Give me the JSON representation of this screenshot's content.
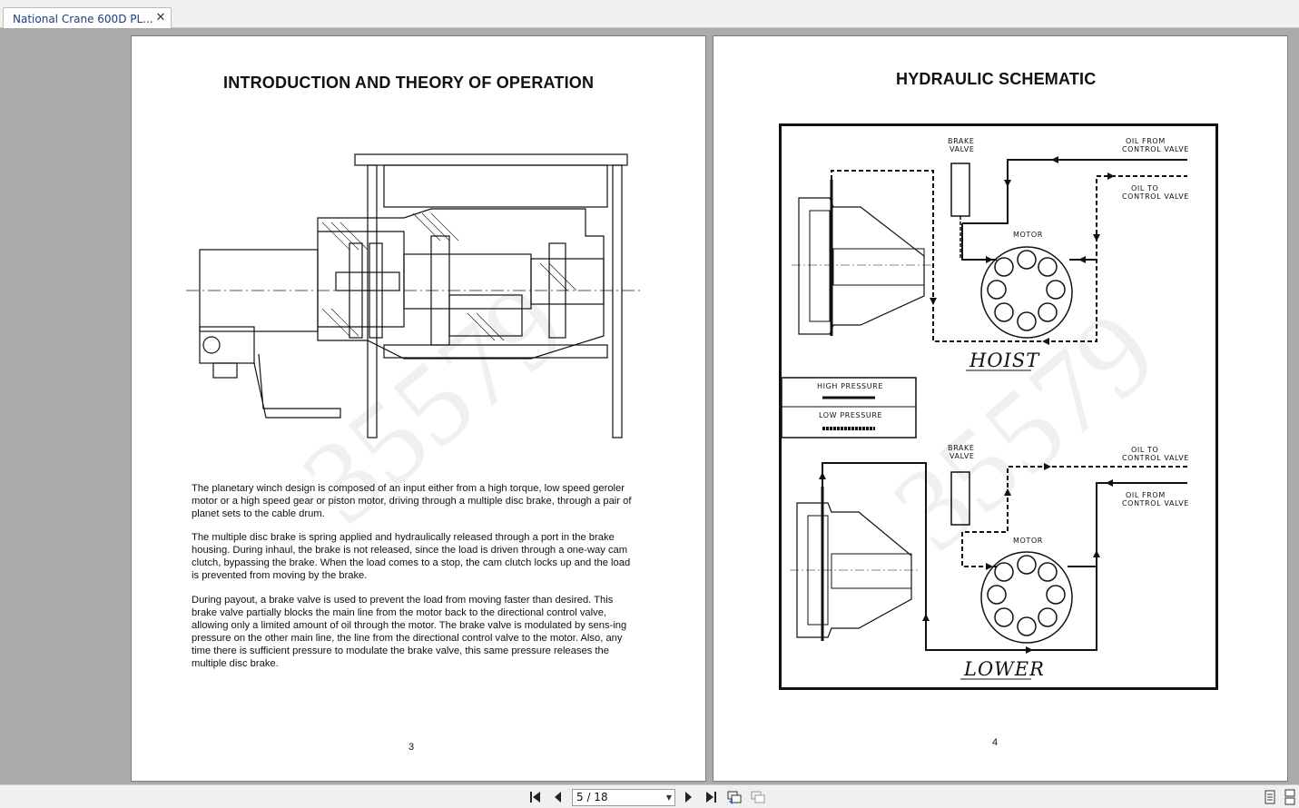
{
  "tab": {
    "title": "National Crane 600D PL...",
    "close_glyph": "✕"
  },
  "left_page": {
    "title": "INTRODUCTION AND THEORY OF OPERATION",
    "paragraphs": [
      "The planetary winch design is composed of an input either from a high torque, low speed geroler motor or a high speed gear or piston motor, driving through a multiple disc brake, through a pair of planet sets to the cable drum.",
      "The multiple disc brake is spring applied and hydraulically released through a port in the brake housing.  During inhaul, the brake is not released, since the load is driven through a one-way cam clutch, bypassing the brake.  When the load comes to a stop, the cam clutch locks up and the load is prevented from moving by the brake.",
      "During payout, a brake valve is used to prevent the load from moving faster than desired.  This brake valve partially blocks the main line from the motor back to the directional control valve, allowing only a limited amount of oil through the motor.  The brake valve is modulated by sens-ing pressure on the other main line, the line from the directional control valve to the motor.  Also, any time there is sufficient pressure to modulate the brake valve, this same pressure releases the multiple disc brake."
    ],
    "page_number": "3",
    "watermark": "35579"
  },
  "right_page": {
    "title": "HYDRAULIC SCHEMATIC",
    "hoist": {
      "brake_valve": [
        "BRAKE",
        "VALVE"
      ],
      "oil_from": [
        "OIL  FROM",
        "CONTROL  VALVE"
      ],
      "oil_to": [
        "OIL  TO",
        "CONTROL  VALVE"
      ],
      "motor": "MOTOR",
      "mode": "HOIST"
    },
    "legend": {
      "high": "HIGH  PRESSURE",
      "low": "LOW  PRESSURE"
    },
    "lower": {
      "brake_valve": [
        "BRAKE",
        "VALVE"
      ],
      "oil_to": [
        "OIL  TO",
        "CONTROL  VALVE"
      ],
      "oil_from": [
        "OIL  FROM",
        "CONTROL  VALVE"
      ],
      "motor": "MOTOR",
      "mode": "LOWER"
    },
    "page_number": "4",
    "watermark": "35579"
  },
  "toolbar": {
    "page_indicator": "5 / 18",
    "caret": "▼"
  }
}
